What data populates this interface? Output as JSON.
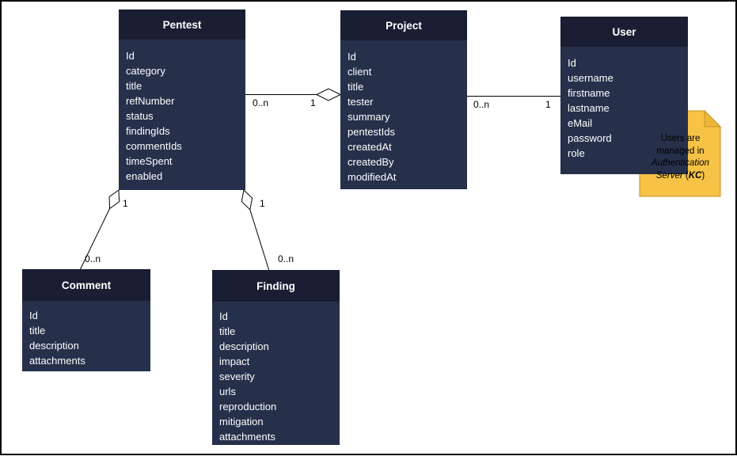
{
  "diagram": {
    "kind": "uml-entity-diagram",
    "colors": {
      "entity_header": "#191E33",
      "entity_body": "#26304B",
      "entity_text": "#FFFFFF",
      "line": "#000000",
      "note_fill": "#F6C347",
      "note_border": "#C8921F",
      "canvas": "#FFFFFF"
    },
    "entities": [
      {
        "title": "Pentest",
        "attributes": [
          "Id",
          "category",
          "title",
          "refNumber",
          "status",
          "findingIds",
          "commentIds",
          "timeSpent",
          "enabled"
        ]
      },
      {
        "title": "Project",
        "attributes": [
          "Id",
          "client",
          "title",
          "tester",
          "summary",
          "pentestIds",
          "createdAt",
          "createdBy",
          "modifiedAt"
        ]
      },
      {
        "title": "User",
        "attributes": [
          "Id",
          "username",
          "firstname",
          "lastname",
          "eMail",
          "password",
          "role"
        ]
      },
      {
        "title": "Comment",
        "attributes": [
          "Id",
          "title",
          "description",
          "attachments"
        ]
      },
      {
        "title": "Finding",
        "attributes": [
          "Id",
          "title",
          "description",
          "impact",
          "severity",
          "urls",
          "reproduction",
          "mitigation",
          "attachments"
        ]
      }
    ],
    "relationships": [
      {
        "from": "Pentest",
        "to": "Project",
        "from_label": "0..n",
        "to_label": "1",
        "diamond_at": "Project"
      },
      {
        "from": "Project",
        "to": "User",
        "from_label": "0..n",
        "to_label": "1",
        "diamond_at": null
      },
      {
        "from": "Pentest",
        "to": "Comment",
        "from_label": "1",
        "to_label": "0..n",
        "diamond_at": "Pentest"
      },
      {
        "from": "Pentest",
        "to": "Finding",
        "from_label": "1",
        "to_label": "0..n",
        "diamond_at": "Pentest"
      }
    ],
    "note": {
      "parts": [
        {
          "text": "Users are managed in "
        },
        {
          "text": "Authentication Server"
        },
        {
          "text": " ("
        },
        {
          "text": "KC"
        },
        {
          "text": ")"
        }
      ]
    }
  }
}
